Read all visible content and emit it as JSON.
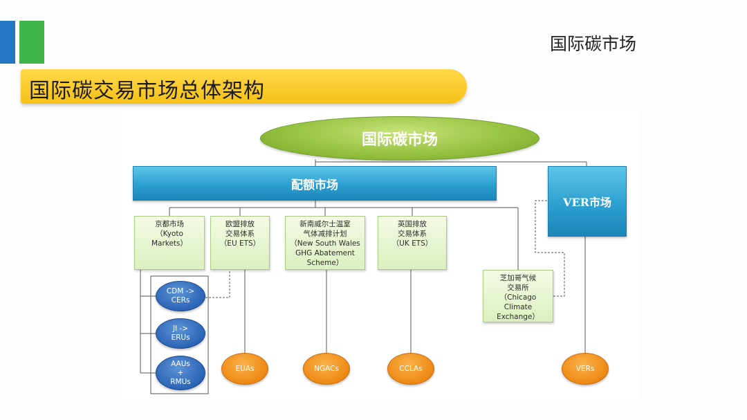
{
  "header": {
    "corner_title": "国际碳市场",
    "main_title": "国际碳交易市场总体架构"
  },
  "diagram": {
    "root": "国际碳市场",
    "allowance_market": "配额市场",
    "ver_market": "VER市场",
    "schemes": {
      "kyoto": "京都市场\n（Kyoto\nMarkets）",
      "eu": "欧盟排放\n交易体系\n（EU ETS）",
      "nsw": "新南威尔士温室\n气体减排计划\n（New South Wales\nGHG Abatement\nScheme）",
      "uk": "英国排放\n交易体系\n（UK ETS）",
      "ccx": "芝加哥气候\n交易所\n（Chicago\nClimate\nExchange）"
    },
    "kyoto_units": {
      "cdm": "CDM ->\nCERs",
      "ji": "JI ->\nERUs",
      "aau": "AAUs\n+\nRMUs"
    },
    "allowances": {
      "euas": "EUAs",
      "ngacs": "NGACs",
      "cclas": "CCLAs",
      "vers": "VERs"
    }
  },
  "colors": {
    "accent_blue": "#2477c0",
    "accent_green": "#40b44a",
    "title_yellow": "#f5c118",
    "root_green": "#93c03c",
    "bar_blue": "#2c9fd0",
    "scheme_green": "#dcefc0",
    "unit_blue": "#2b64b6",
    "allowance_orange": "#ef8c17"
  }
}
